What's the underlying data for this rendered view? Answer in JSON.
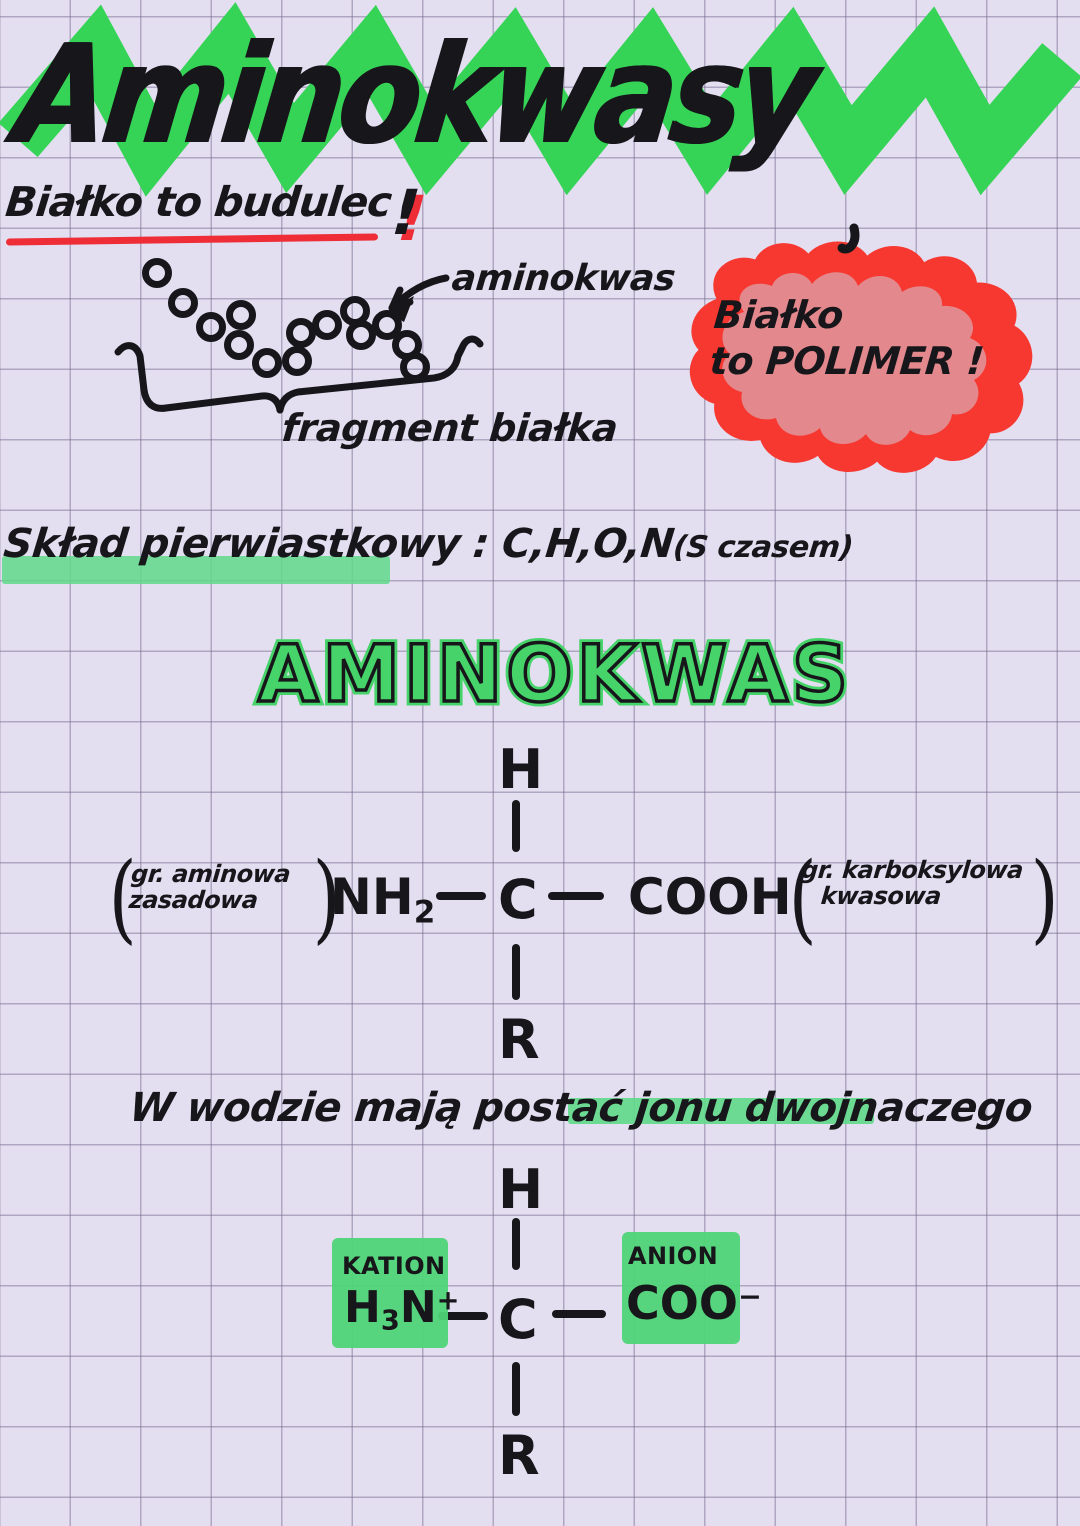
{
  "page": {
    "background_color": "#e3def0",
    "grid_line_color": "#6e6487",
    "ink_color": "#17161a",
    "highlighter_green": "#46d46a",
    "accent_red": "#ee2d36"
  },
  "title": {
    "text": "Aminokwasy",
    "highlight_color": "#35d456"
  },
  "intro": {
    "statement": "Białko to budulec",
    "exclamation": "!",
    "underline_color": "#ee2d36"
  },
  "chain_diagram": {
    "amino_acid_label": "aminokwas",
    "protein_fragment_label": "fragment białka",
    "bead_count": 14
  },
  "callout": {
    "line1": "Białko",
    "line2": "to POLIMER !",
    "outline_color": "#f73830",
    "fill_color": "#e3888c"
  },
  "composition": {
    "label": "Skład pierwiastkowy",
    "separator": " : ",
    "elements": "C,H,O,N",
    "note": "(S czasem)",
    "highlight_color": "#5fd98a"
  },
  "heading": {
    "text": "AMINOKWAS",
    "fill_color": "#46d46a",
    "outline_color": "#17161a"
  },
  "structure_neutral": {
    "top_atom": "H",
    "center_atom": "C",
    "bottom_atom": "R",
    "left_group": "NH",
    "left_group_sub": "2",
    "right_group": "COOH",
    "left_paren_note_line1": "gr. aminowa",
    "left_paren_note_line2": "zasadowa",
    "right_paren_note_line1": "gr. karboksylowa",
    "right_paren_note_line2": "kwasowa"
  },
  "zwitterion_intro": {
    "text_plain": "W wodzie mają postać ",
    "text_highlighted": "jonu dwojnaczego",
    "highlight_color": "#5fd98a"
  },
  "structure_zwitterion": {
    "top_atom": "H",
    "center_atom": "C",
    "bottom_atom": "R",
    "cation_tag": "KATION",
    "cation_formula_a": "H",
    "cation_formula_sub": "3",
    "cation_formula_b": "N",
    "cation_charge": "+",
    "anion_tag": "ANION",
    "anion_formula": "COO",
    "anion_charge": "−",
    "highlight_color": "#4fd477"
  }
}
